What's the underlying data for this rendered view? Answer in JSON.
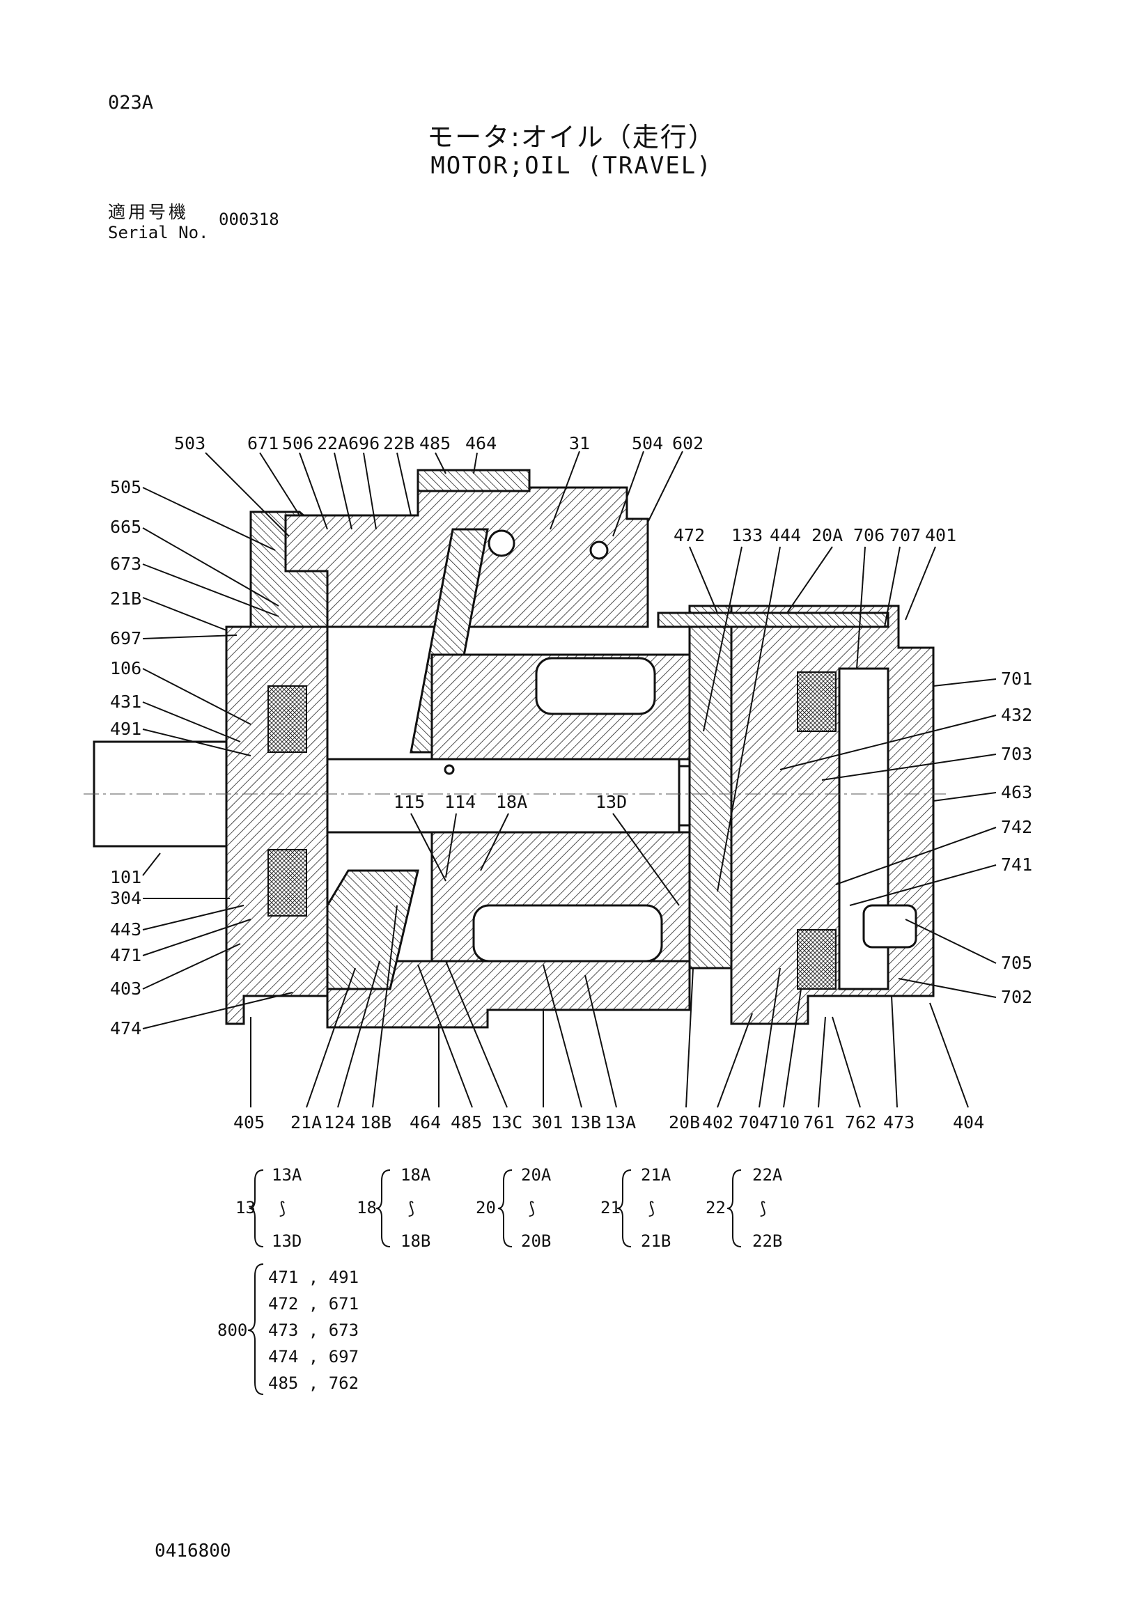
{
  "header": {
    "page_code": "023A",
    "title_ja": "モータ:オイル（走行）",
    "title_en": "MOTOR;OIL (TRAVEL)",
    "serial_label_ja": "適用号機",
    "serial_label_en": "Serial No.",
    "serial_value": "000318"
  },
  "callouts": {
    "top": [
      "503",
      "671",
      "506",
      "22A",
      "696",
      "22B",
      "485",
      "464",
      "31",
      "504",
      "602",
      "472",
      "133",
      "444",
      "20A",
      "706",
      "707",
      "401"
    ],
    "left": [
      "505",
      "665",
      "673",
      "21B",
      "697",
      "106",
      "431",
      "491",
      "101",
      "304",
      "443",
      "471",
      "403",
      "474"
    ],
    "right": [
      "701",
      "432",
      "703",
      "463",
      "742",
      "741",
      "705",
      "702"
    ],
    "inner": [
      "115",
      "114",
      "18A",
      "13D"
    ],
    "bottom": [
      "405",
      "21A",
      "124",
      "18B",
      "464",
      "485",
      "13C",
      "301",
      "13B",
      "13A",
      "20B",
      "402",
      "704",
      "710",
      "761",
      "762",
      "473",
      "404"
    ]
  },
  "groups": [
    {
      "id": "13",
      "from": "13A",
      "to": "13D"
    },
    {
      "id": "18",
      "from": "18A",
      "to": "18B"
    },
    {
      "id": "20",
      "from": "20A",
      "to": "20B"
    },
    {
      "id": "21",
      "from": "21A",
      "to": "21B"
    },
    {
      "id": "22",
      "from": "22A",
      "to": "22B"
    }
  ],
  "group_range_mark": "⟆",
  "kit": {
    "id": "800",
    "rows": [
      "471 , 491",
      "472 , 671",
      "473 , 673",
      "474 , 697",
      "485 , 762"
    ]
  },
  "footer": {
    "doc_number": "0416800"
  }
}
